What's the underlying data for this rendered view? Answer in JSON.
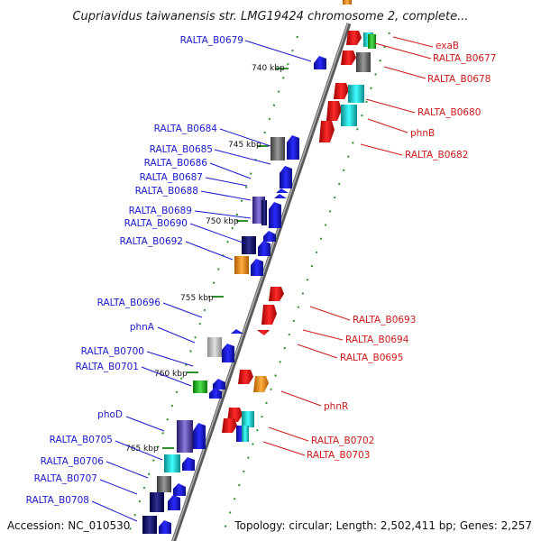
{
  "title": "Cupriavidus taiwanensis str. LMG19424 chromosome 2, complete...",
  "footer": {
    "accession": "Accession: NC_010530",
    "topology": "Topology: circular; Length: 2,502,411 bp; Genes: 2,257"
  },
  "kbp_ticks": [
    "740 kbp",
    "745 kbp",
    "750 kbp",
    "755 kbp",
    "760 kbp",
    "765 kbp"
  ],
  "colors": {
    "blue": "#1a1acc",
    "red": "#cc1a1a",
    "backbone": "#8a8a8a",
    "tick_green": "#2f8f2f"
  },
  "left_labels": [
    "RALTA_B0679",
    "RALTA_B0684",
    "RALTA_B0685",
    "RALTA_B0686",
    "RALTA_B0687",
    "RALTA_B0688",
    "RALTA_B0689",
    "RALTA_B0690",
    "RALTA_B0692",
    "RALTA_B0696",
    "phnA",
    "RALTA_B0700",
    "RALTA_B0701",
    "phoD",
    "RALTA_B0705",
    "RALTA_B0706",
    "RALTA_B0707",
    "RALTA_B0708"
  ],
  "right_labels": [
    "exaB",
    "RALTA_B0677",
    "RALTA_B0678",
    "RALTA_B0680",
    "phnB",
    "RALTA_B0682",
    "RALTA_B0693",
    "RALTA_B0694",
    "RALTA_B0695",
    "phnR",
    "RALTA_B0702",
    "RALTA_B0703"
  ]
}
